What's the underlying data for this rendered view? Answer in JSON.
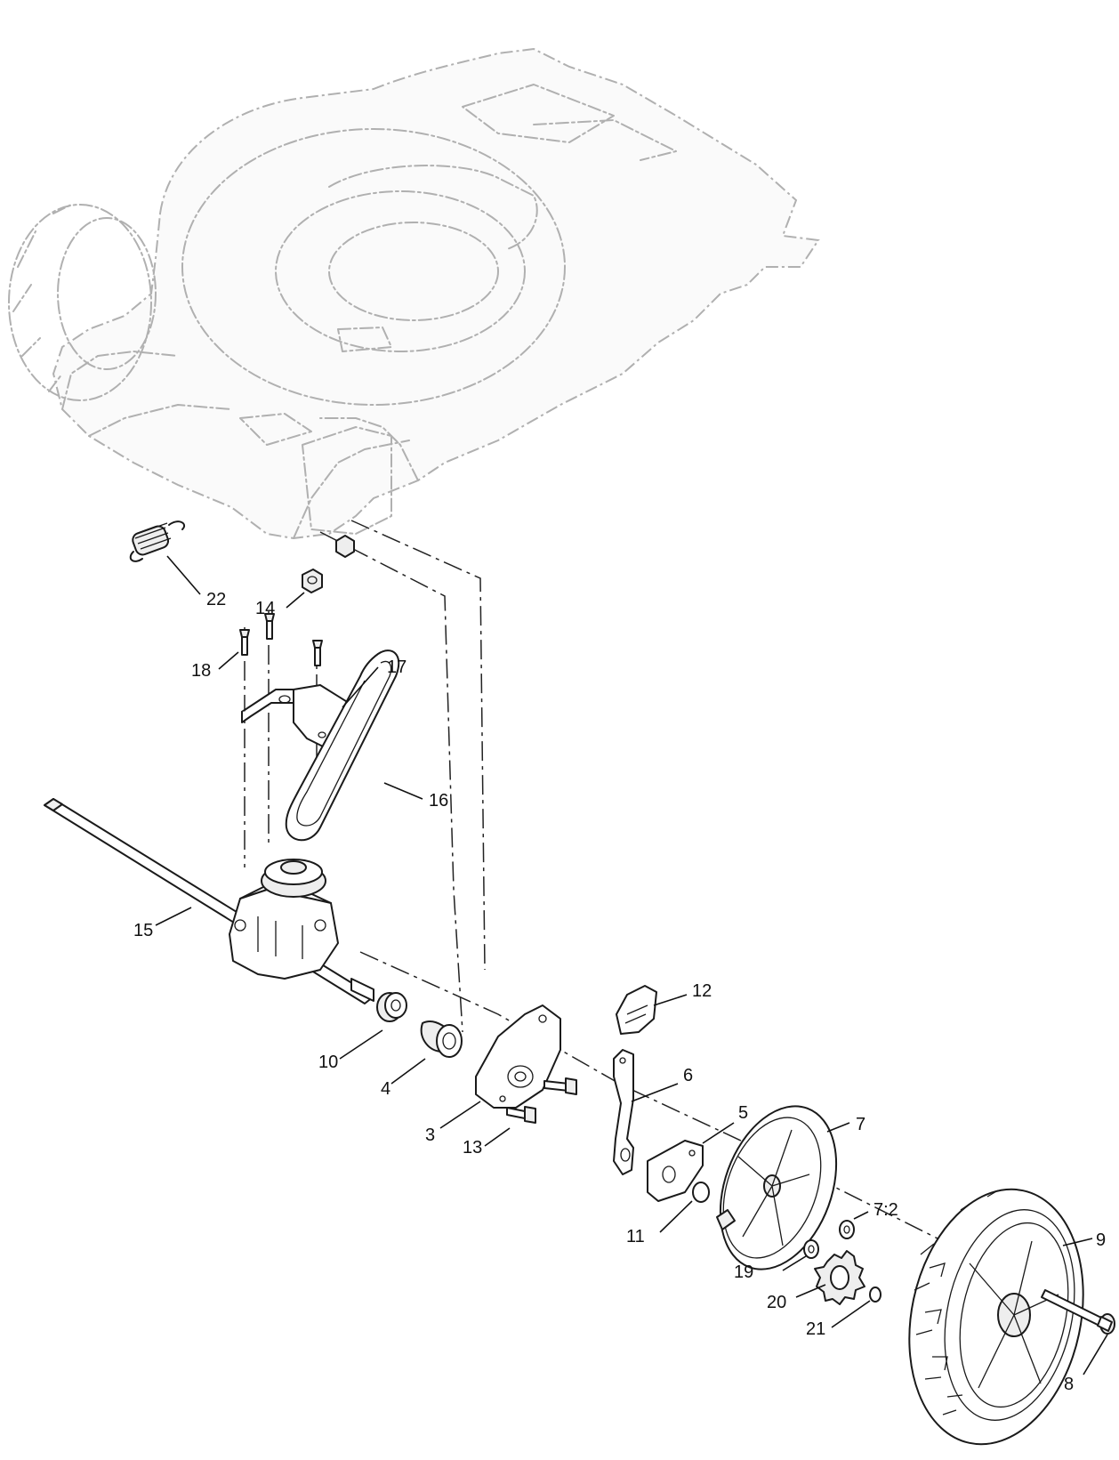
{
  "diagram": {
    "background_color": "#ffffff",
    "ghost_color": "#b0b0b0",
    "line_color": "#1a1a1a"
  },
  "callouts": {
    "c3": "3",
    "c4": "4",
    "c5": "5",
    "c6": "6",
    "c7": "7",
    "c7_2": "7:2",
    "c8": "8",
    "c9": "9",
    "c10": "10",
    "c11": "11",
    "c12": "12",
    "c13": "13",
    "c14": "14",
    "c15": "15",
    "c16": "16",
    "c17": "17",
    "c18": "18",
    "c19": "19",
    "c20": "20",
    "c21": "21",
    "c22": "22"
  }
}
